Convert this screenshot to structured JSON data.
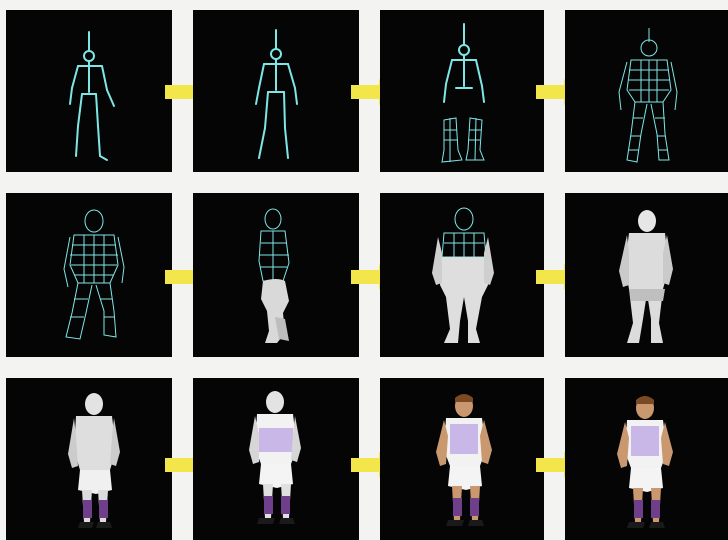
{
  "figure": {
    "stages": [
      {
        "id": 1,
        "stage": "skeleton",
        "view": "front"
      },
      {
        "id": 2,
        "stage": "skeleton",
        "view": "front"
      },
      {
        "id": 3,
        "stage": "skeleton-partial-mesh",
        "view": "front"
      },
      {
        "id": 4,
        "stage": "wireframe-mesh",
        "view": "front"
      },
      {
        "id": 5,
        "stage": "wireframe-mesh",
        "view": "front"
      },
      {
        "id": 6,
        "stage": "partial-shaded-mesh",
        "view": "side"
      },
      {
        "id": 7,
        "stage": "partial-shaded-mesh",
        "view": "front"
      },
      {
        "id": 8,
        "stage": "shaded-mesh",
        "view": "three-quarter"
      },
      {
        "id": 9,
        "stage": "shaded-kit-partial",
        "view": "back"
      },
      {
        "id": 10,
        "stage": "textured-kit",
        "view": "front"
      },
      {
        "id": 11,
        "stage": "textured-player",
        "view": "front"
      },
      {
        "id": 12,
        "stage": "textured-player",
        "view": "three-quarter"
      }
    ],
    "colors": {
      "background": "#f3f3f1",
      "panel": "#050505",
      "wireframe": "#7fe6e6",
      "arrow": "#f2e64a",
      "shirt": "#c9b7e8",
      "sock": "#6f3f8c"
    }
  }
}
